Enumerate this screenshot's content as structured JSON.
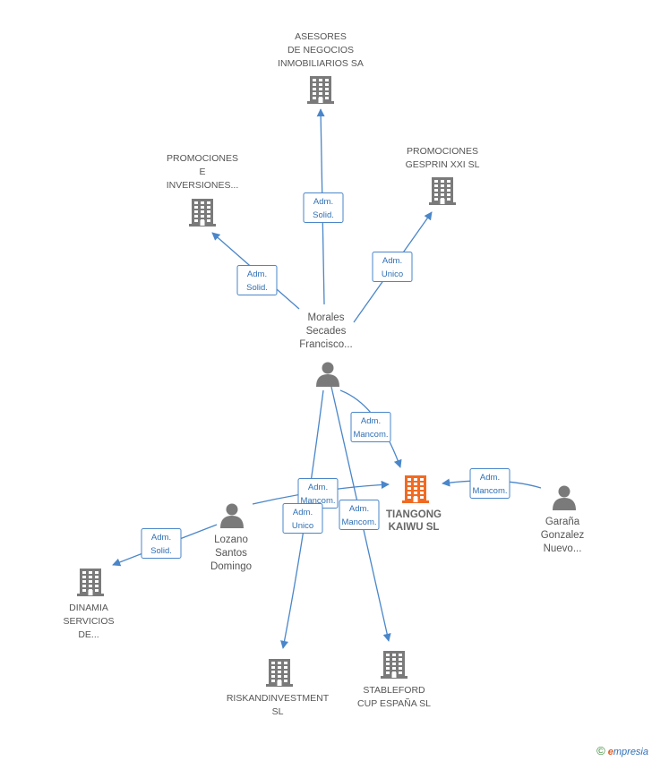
{
  "colors": {
    "edge": "#4a86c9",
    "box_border": "#4a86c9",
    "box_text": "#2f6fb5",
    "company_icon": "#7a7a7a",
    "person_icon": "#7a7a7a",
    "focus_company": "#f26a21",
    "label": "#555555"
  },
  "nodes": [
    {
      "id": "asesores",
      "type": "company",
      "label_lines": [
        "ASESORES",
        "DE NEGOCIOS",
        "INMOBILIARIOS SA"
      ]
    },
    {
      "id": "promo_inv",
      "type": "company",
      "label_lines": [
        "PROMOCIONES",
        "E",
        "INVERSIONES..."
      ]
    },
    {
      "id": "gesprin",
      "type": "company",
      "label_lines": [
        "PROMOCIONES",
        "GESPRIN XXI SL"
      ]
    },
    {
      "id": "morales",
      "type": "person",
      "label_lines": [
        "Morales",
        "Secades",
        "Francisco..."
      ]
    },
    {
      "id": "tiangong",
      "type": "focus",
      "label_lines": [
        "TIANGONG",
        "KAIWU SL"
      ]
    },
    {
      "id": "garana",
      "type": "person",
      "label_lines": [
        "Garaña",
        "Gonzalez",
        "Nuevo..."
      ]
    },
    {
      "id": "lozano",
      "type": "person",
      "label_lines": [
        "Lozano",
        "Santos",
        "Domingo"
      ]
    },
    {
      "id": "dinamia",
      "type": "company",
      "label_lines": [
        "DINAMIA",
        "SERVICIOS",
        "DE..."
      ]
    },
    {
      "id": "riskand",
      "type": "company",
      "label_lines": [
        "RISKANDINVESTMENT",
        "SL"
      ]
    },
    {
      "id": "stableford",
      "type": "company",
      "label_lines": [
        "STABLEFORD",
        "CUP ESPAÑA SL"
      ]
    }
  ],
  "edges": [
    {
      "from": "morales",
      "to": "asesores",
      "label_lines": [
        "Adm.",
        "Solid."
      ]
    },
    {
      "from": "morales",
      "to": "promo_inv",
      "label_lines": [
        "Adm.",
        "Solid."
      ]
    },
    {
      "from": "morales",
      "to": "gesprin",
      "label_lines": [
        "Adm.",
        "Unico"
      ]
    },
    {
      "from": "morales",
      "to": "tiangong",
      "label_lines": [
        "Adm.",
        "Mancom."
      ]
    },
    {
      "from": "garana",
      "to": "tiangong",
      "label_lines": [
        "Adm.",
        "Mancom."
      ]
    },
    {
      "from": "lozano",
      "to": "tiangong",
      "label_lines": [
        "Adm.",
        "Mancom."
      ]
    },
    {
      "from": "lozano",
      "to": "dinamia",
      "label_lines": [
        "Adm.",
        "Solid."
      ]
    },
    {
      "from": "morales",
      "to": "riskand",
      "label_lines": [
        "Adm.",
        "Unico"
      ]
    },
    {
      "from": "morales",
      "to": "stableford",
      "label_lines": [
        "Adm.",
        "Mancom."
      ]
    }
  ],
  "brand": {
    "copyright": "©",
    "initial": "e",
    "rest": "mpresia"
  }
}
